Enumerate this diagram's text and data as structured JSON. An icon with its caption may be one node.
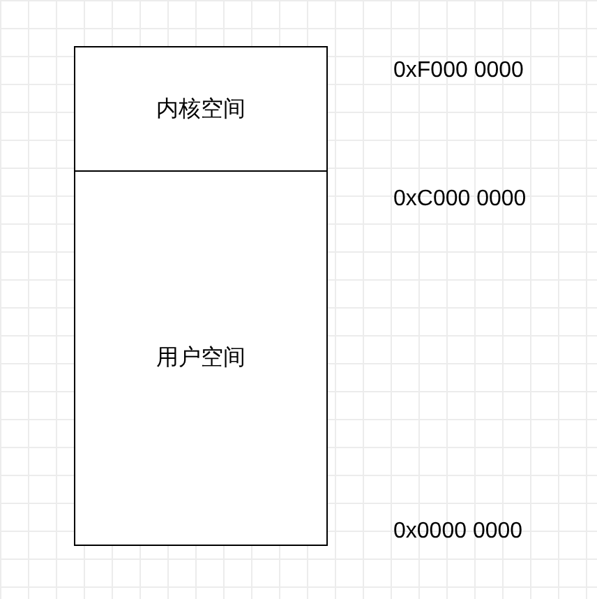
{
  "diagram": {
    "nodes": [
      {
        "text": [
          "内核空间"
        ]
      },
      {
        "text": [
          "用户空间"
        ]
      }
    ],
    "labels": [
      "0xF000 0000",
      "0xC000 0000",
      "0x0000 0000"
    ]
  }
}
